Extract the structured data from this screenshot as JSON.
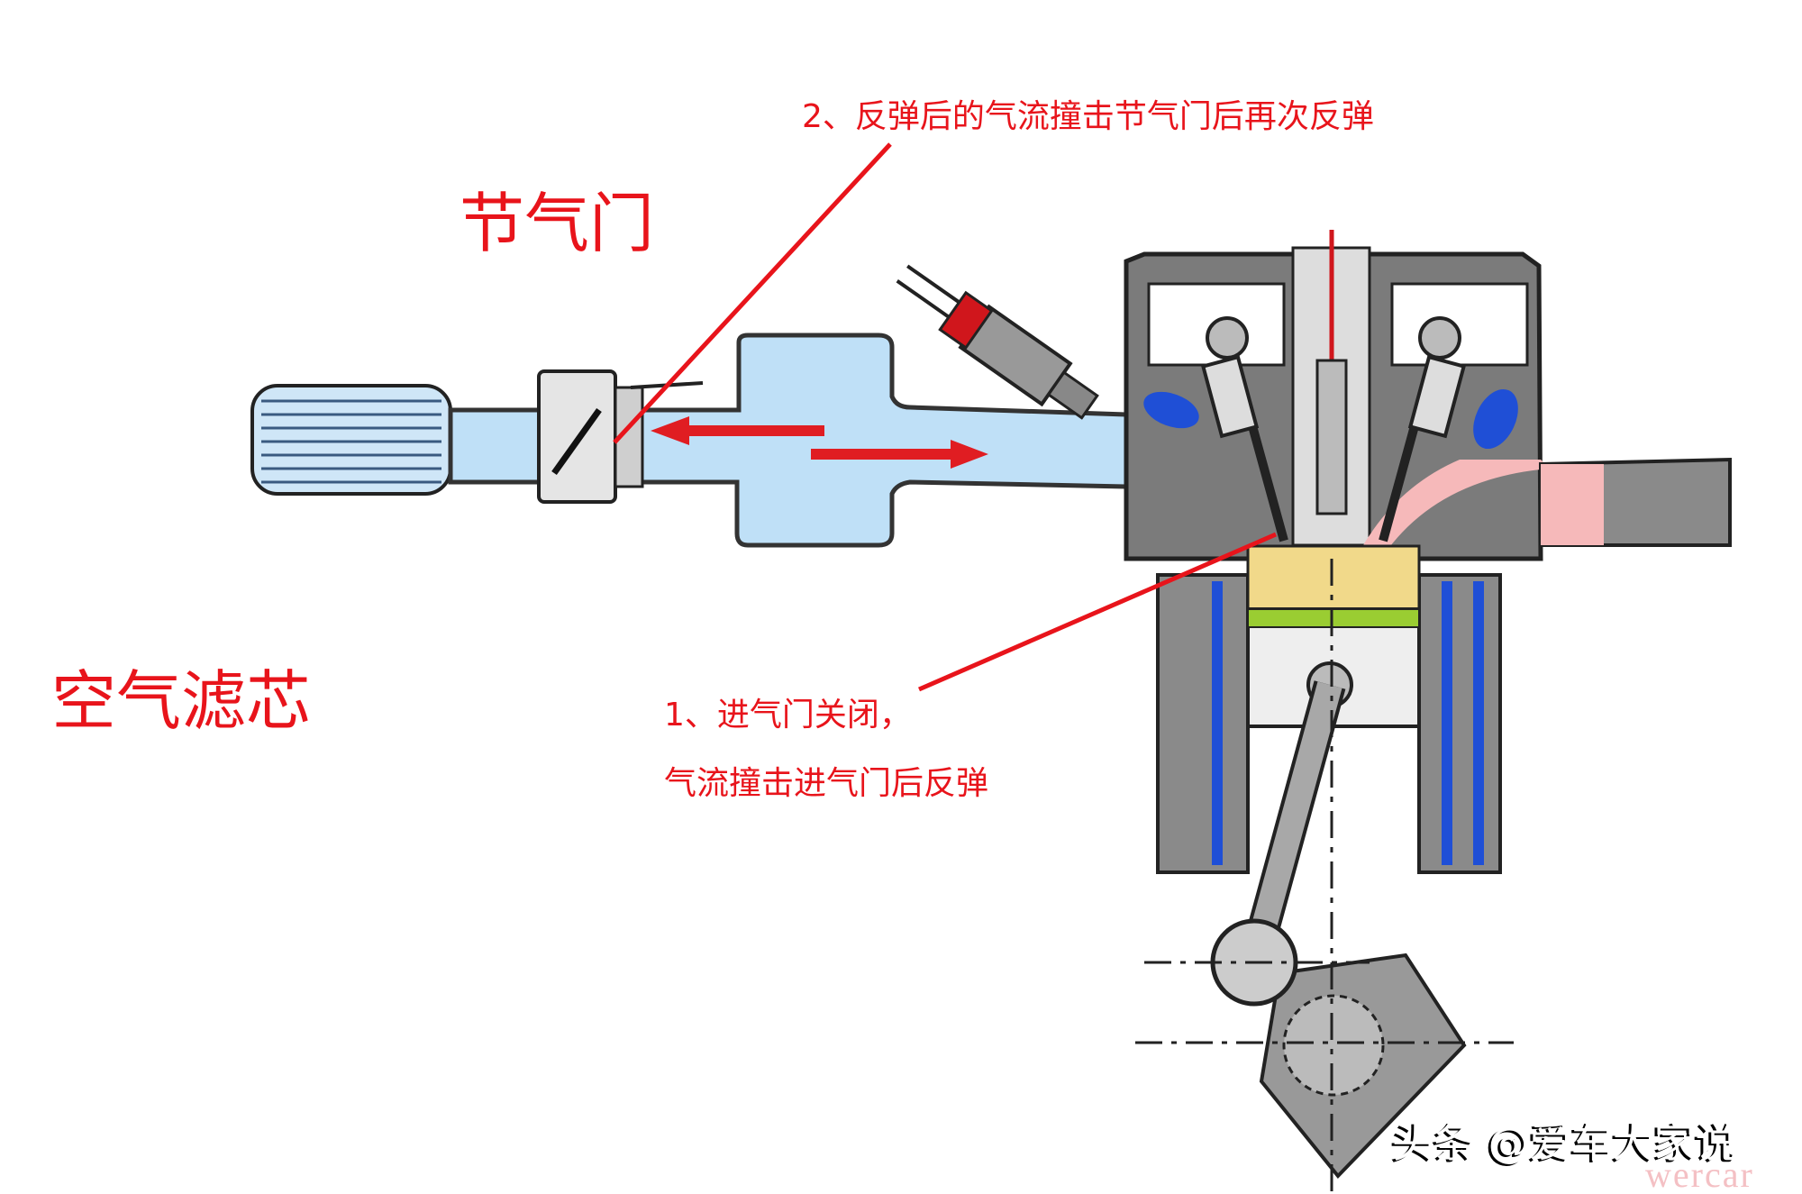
{
  "labels": {
    "throttle": "节气门",
    "air_filter": "空气滤芯",
    "annotation_2": "2、反弹后的气流撞击节气门后再次反弹",
    "annotation_1_line1": "1、进气门关闭，",
    "annotation_1_line2": "气流撞击进气门后反弹"
  },
  "watermark": {
    "text": "头条 @爱车大家说",
    "sub": "wercar"
  },
  "colors": {
    "annotation": "#e8141b",
    "intake_air": "#bfe0f7",
    "coolant": "#1f4fd6",
    "exhaust": "#f6b9ba"
  }
}
